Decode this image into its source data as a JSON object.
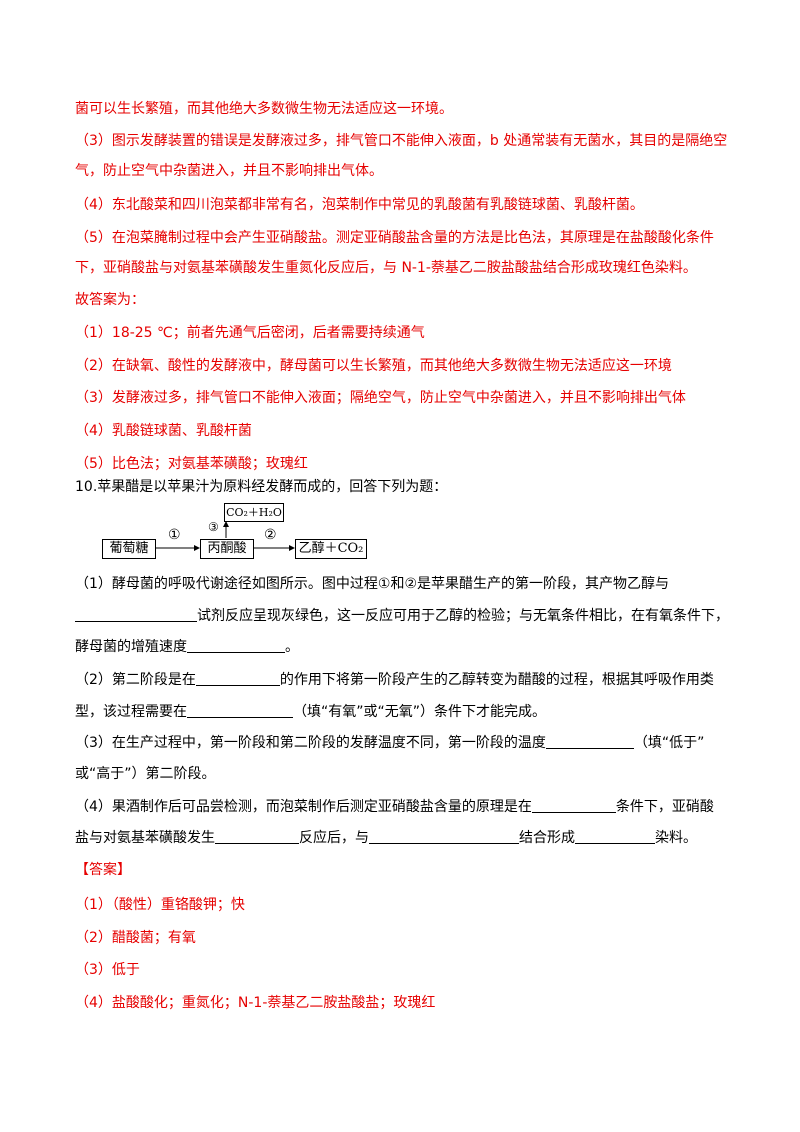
{
  "answers_top": [
    "菌可以生长繁殖，而其他绝大多数微生物无法适应这一环境。",
    "（3）图示发酵装置的错误是发酵液过多，排气管口不能伸入液面，b 处通常装有无菌水，其目的是隔绝空",
    "气，防止空气中杂菌进入，并且不影响排出气体。",
    "（4）东北酸菜和四川泡菜都非常有名，泡菜制作中常见的乳酸菌有乳酸链球菌、乳酸杆菌。",
    "（5）在泡菜腌制过程中会产生亚硝酸盐。测定亚硝酸盐含量的方法是比色法，其原理是在盐酸酸化条件",
    "下，亚硝酸盐与对氨基苯磺酸发生重氮化反应后，与 N-1-萘基乙二胺盐酸盐结合形成玫瑰红色染料。",
    "故答案为：",
    "（1）18-25 ℃；前者先通气后密闭，后者需要持续通气",
    "（2）在缺氧、酸性的发酵液中，酵母菌可以生长繁殖，而其他绝大多数微生物无法适应这一环境",
    "（3）发酵液过多，排气管口不能伸入液面；隔绝空气，防止空气中杂菌进入，并且不影响排出气体",
    "（4）乳酸链球菌、乳酸杆菌",
    "（5）比色法；对氨基苯磺酸；玫瑰红"
  ],
  "question": {
    "title": "10.苹果醋是以苹果汁为原料经发酵而成的，回答下列为题：",
    "diagram": {
      "glucose": "葡萄糖",
      "pyruvate": "丙酮酸",
      "ethanol": "乙醇＋CO₂",
      "products": "CO₂＋H₂O",
      "step1": "①",
      "step2": "②",
      "step3": "③"
    },
    "q1_a": "（1）酵母菌的呼吸代谢途径如图所示。图中过程①和②是苹果醋生产的第一阶段，其产物乙醇与",
    "q1_b": "试剂反应呈现灰绿色，这一反应可用于乙醇的检验；与无氧条件相比，在有氧条件下，",
    "q1_c1": "酵母菌的增殖速度",
    "q1_c2": "。",
    "q2_a1": "（2）第二阶段是在",
    "q2_a2": "的作用下将第一阶段产生的乙醇转变为醋酸的过程，根据其呼吸作用类",
    "q2_b1": "型，该过程需要在",
    "q2_b2": "（填“有氧”或“无氧”）条件下才能完成。",
    "q3_a1": "（3）在生产过程中，第一阶段和第二阶段的发酵温度不同，第一阶段的温度",
    "q3_a2": "（填“低于”",
    "q3_b": "或“高于”）第二阶段。",
    "q4_a1": "（4）果酒制作后可品尝检测，而泡菜制作后测定亚硝酸盐含量的原理是在",
    "q4_a2": "条件下，亚硝酸",
    "q4_b1": "盐与对氨基苯磺酸发生",
    "q4_b2": "反应后，与",
    "q4_b3": "结合形成",
    "q4_b4": "染料。"
  },
  "answer": {
    "tag": "【答案】",
    "items": [
      "（1）（酸性）重铬酸钾；快",
      "（2）醋酸菌；有氧",
      "（3）低于",
      "（4）盐酸酸化；重氮化；N-1-萘基乙二胺盐酸盐；玫瑰红"
    ]
  }
}
